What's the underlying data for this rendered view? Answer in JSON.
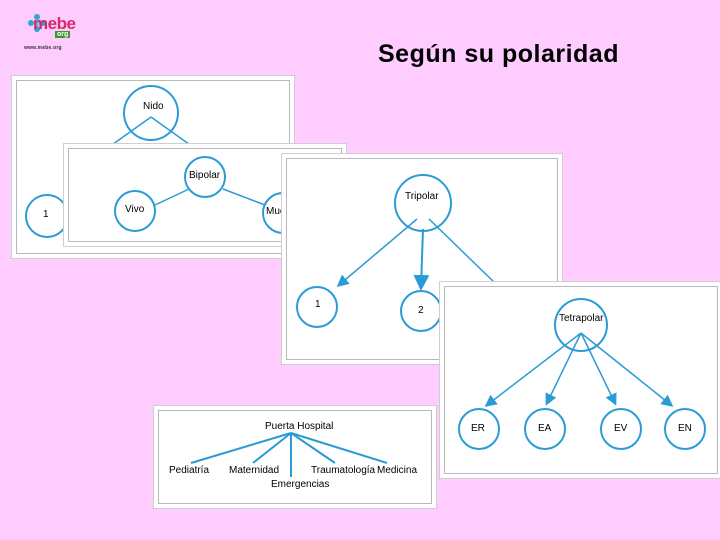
{
  "page": {
    "title": "Según su polaridad"
  },
  "logo": {
    "name": "mebe",
    "org": "org",
    "url": "www.mebe.org"
  },
  "diagrams": {
    "nido": {
      "root": "Nido",
      "child": "1"
    },
    "bipolar": {
      "root": "Bipolar",
      "left": "Vivo",
      "right": "Mue"
    },
    "tripolar": {
      "root": "Tripolar",
      "c1": "1",
      "c2": "2"
    },
    "tetrapolar": {
      "root": "Tetrapolar",
      "c1": "ER",
      "c2": "EA",
      "c3": "EV",
      "c4": "EN"
    },
    "hospital": {
      "root": "Puerta Hospital",
      "c1": "Pediatría",
      "c2": "Maternidad",
      "c3": "Emergencias",
      "c4": "Traumatología",
      "c5": "Medicina"
    }
  },
  "colors": {
    "background": "#ffccff",
    "node_stroke": "#2a9bd6",
    "edge": "#2a9bd6"
  }
}
